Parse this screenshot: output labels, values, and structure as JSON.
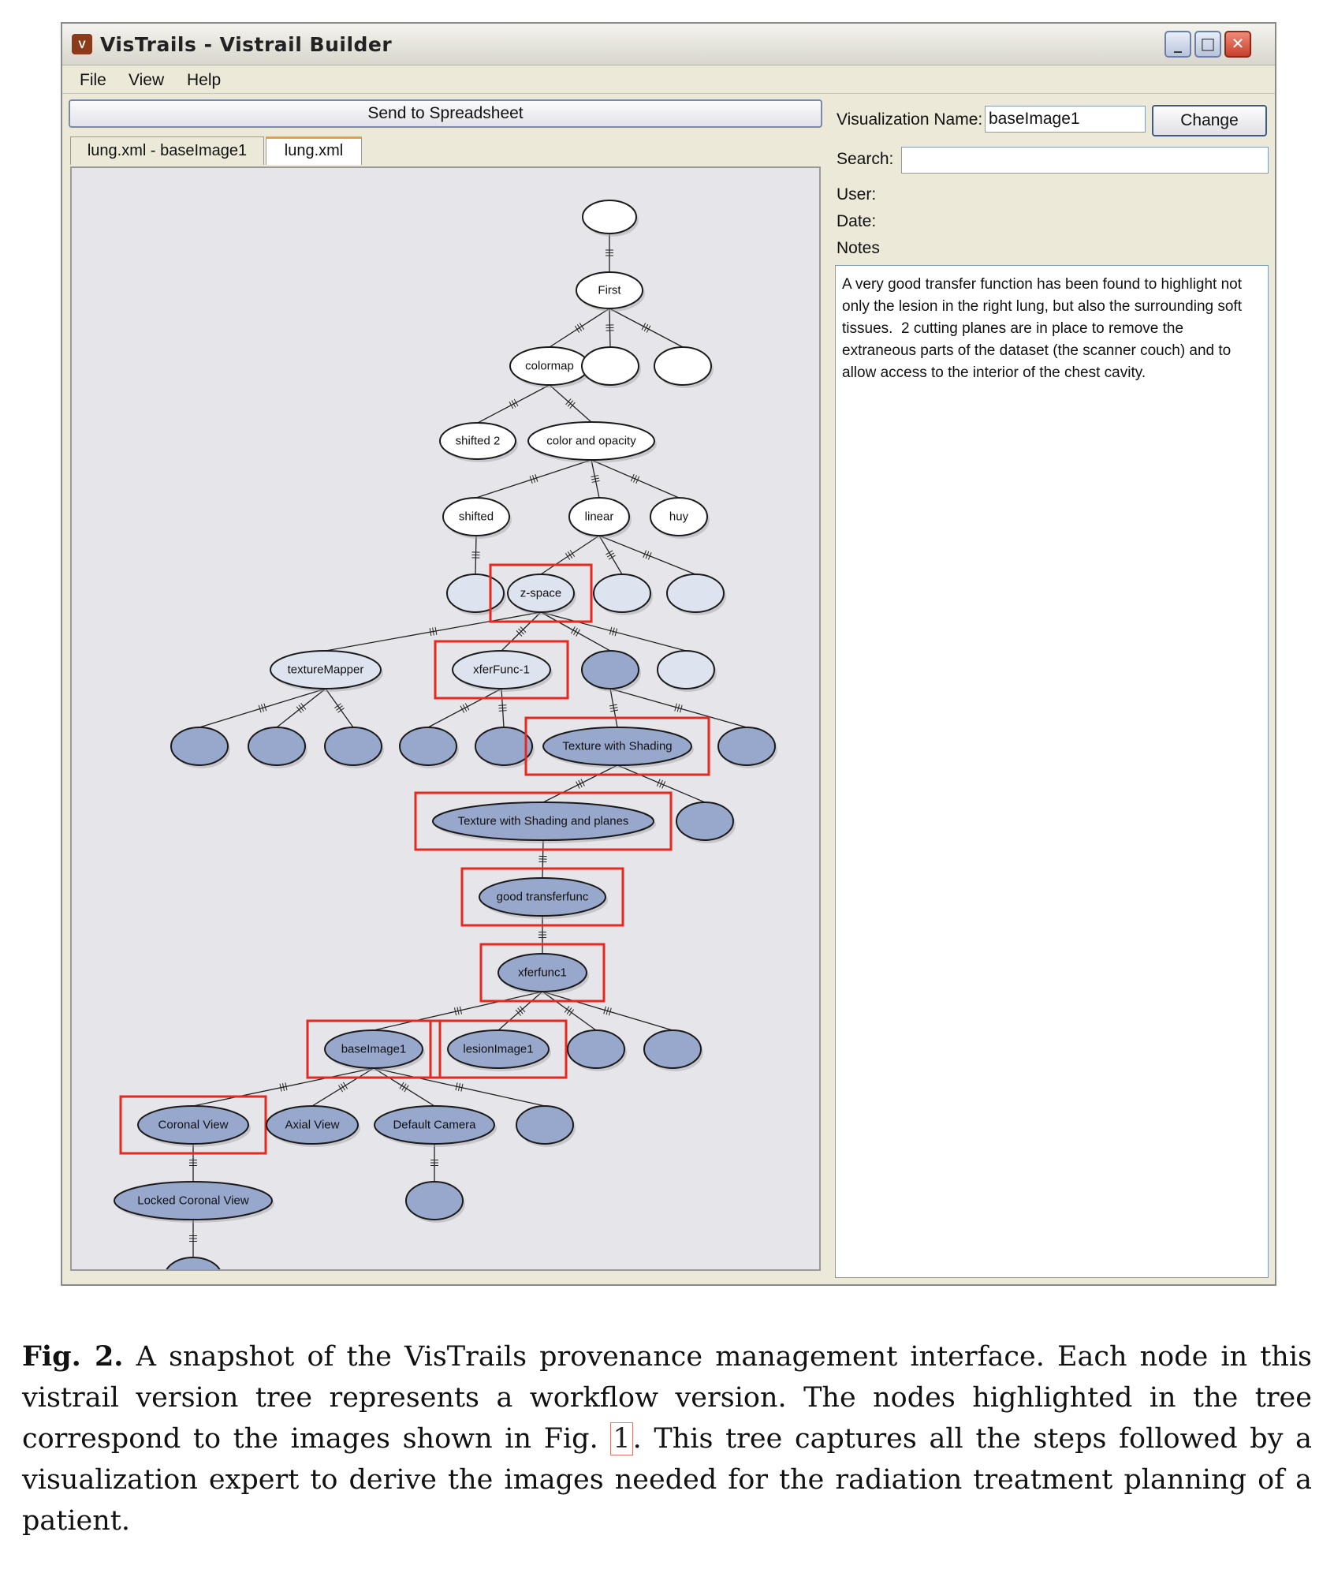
{
  "window": {
    "app_icon": "vistrails-app-icon",
    "title": "VisTrails - Vistrail Builder",
    "controls": {
      "minimize": "_",
      "maximize": "□",
      "close": "✕"
    }
  },
  "menu": [
    "File",
    "View",
    "Help"
  ],
  "toolbar": {
    "send_label": "Send to Spreadsheet"
  },
  "tabs": [
    {
      "label": "lung.xml - baseImage1",
      "active": false
    },
    {
      "label": "lung.xml",
      "active": true
    }
  ],
  "details": {
    "vis_name_label": "Visualization Name:",
    "vis_name_value": "baseImage1",
    "change_label": "Change",
    "search_label": "Search:",
    "search_value": "",
    "user_label": "User:",
    "date_label": "Date:",
    "notes_label": "Notes",
    "notes_text": "A very good transfer function has been found to highlight not only the lesion in the right lung, but also the surrounding soft tissues.  2 cutting planes are in place to remove the extraneous parts of the dataset (the scanner couch) and to allow access to the interior of the chest cavity."
  },
  "tree": {
    "colors": {
      "light_node": "#ffffff",
      "mid_node": "#dde3ef",
      "dark_node": "#98a8cc",
      "highlight": "#e8281e",
      "edge": "#222222"
    },
    "nodes": [
      {
        "id": "root",
        "label": "",
        "shade": "light",
        "highlighted": false
      },
      {
        "id": "first",
        "label": "First",
        "shade": "light",
        "highlighted": false
      },
      {
        "id": "colormap",
        "label": "colormap",
        "shade": "light",
        "highlighted": false
      },
      {
        "id": "f2",
        "label": "",
        "shade": "light",
        "highlighted": false
      },
      {
        "id": "f3",
        "label": "",
        "shade": "light",
        "highlighted": false
      },
      {
        "id": "shifted2",
        "label": "shifted 2",
        "shade": "light",
        "highlighted": false
      },
      {
        "id": "coloropacity",
        "label": "color and opacity",
        "shade": "light",
        "highlighted": false
      },
      {
        "id": "shifted",
        "label": "shifted",
        "shade": "light",
        "highlighted": false
      },
      {
        "id": "linear",
        "label": "linear",
        "shade": "light",
        "highlighted": false
      },
      {
        "id": "huy",
        "label": "huy",
        "shade": "light",
        "highlighted": false
      },
      {
        "id": "s1",
        "label": "",
        "shade": "mid",
        "highlighted": false
      },
      {
        "id": "zspace",
        "label": "z-space",
        "shade": "mid",
        "highlighted": true
      },
      {
        "id": "l2",
        "label": "",
        "shade": "mid",
        "highlighted": false
      },
      {
        "id": "l3",
        "label": "",
        "shade": "mid",
        "highlighted": false
      },
      {
        "id": "texmapper",
        "label": "textureMapper",
        "shade": "mid",
        "highlighted": false
      },
      {
        "id": "xferfunc1",
        "label": "xferFunc-1",
        "shade": "mid",
        "highlighted": true
      },
      {
        "id": "z3",
        "label": "",
        "shade": "dark",
        "highlighted": false
      },
      {
        "id": "z4",
        "label": "",
        "shade": "mid",
        "highlighted": false
      },
      {
        "id": "t1",
        "label": "",
        "shade": "dark",
        "highlighted": false
      },
      {
        "id": "t2",
        "label": "",
        "shade": "dark",
        "highlighted": false
      },
      {
        "id": "t3",
        "label": "",
        "shade": "dark",
        "highlighted": false
      },
      {
        "id": "x1",
        "label": "",
        "shade": "dark",
        "highlighted": false
      },
      {
        "id": "x2",
        "label": "",
        "shade": "dark",
        "highlighted": false
      },
      {
        "id": "texshading",
        "label": "Texture with Shading",
        "shade": "dark",
        "highlighted": true
      },
      {
        "id": "z3b",
        "label": "",
        "shade": "dark",
        "highlighted": false
      },
      {
        "id": "texshadingplanes",
        "label": "Texture with Shading and planes",
        "shade": "dark",
        "highlighted": true
      },
      {
        "id": "ts2",
        "label": "",
        "shade": "dark",
        "highlighted": false
      },
      {
        "id": "goodtf",
        "label": "good transferfunc",
        "shade": "dark",
        "highlighted": true
      },
      {
        "id": "xferfunc1b",
        "label": "xferfunc1",
        "shade": "dark",
        "highlighted": true
      },
      {
        "id": "baseimage1",
        "label": "baseImage1",
        "shade": "dark",
        "highlighted": true
      },
      {
        "id": "lesionimage1",
        "label": "lesionImage1",
        "shade": "dark",
        "highlighted": true
      },
      {
        "id": "q3",
        "label": "",
        "shade": "dark",
        "highlighted": false
      },
      {
        "id": "q4",
        "label": "",
        "shade": "dark",
        "highlighted": false
      },
      {
        "id": "coronal",
        "label": "Coronal View",
        "shade": "dark",
        "highlighted": true
      },
      {
        "id": "axial",
        "label": "Axial View",
        "shade": "dark",
        "highlighted": false
      },
      {
        "id": "defcam",
        "label": "Default Camera",
        "shade": "dark",
        "highlighted": false
      },
      {
        "id": "b4",
        "label": "",
        "shade": "dark",
        "highlighted": false
      },
      {
        "id": "lockedcoronal",
        "label": "Locked Coronal View",
        "shade": "dark",
        "highlighted": false
      },
      {
        "id": "dc1",
        "label": "",
        "shade": "dark",
        "highlighted": false
      },
      {
        "id": "lc1",
        "label": "",
        "shade": "dark",
        "highlighted": false
      }
    ],
    "edges": [
      [
        "root",
        "first"
      ],
      [
        "first",
        "colormap"
      ],
      [
        "first",
        "f2"
      ],
      [
        "first",
        "f3"
      ],
      [
        "colormap",
        "shifted2"
      ],
      [
        "colormap",
        "coloropacity"
      ],
      [
        "coloropacity",
        "shifted"
      ],
      [
        "coloropacity",
        "linear"
      ],
      [
        "coloropacity",
        "huy"
      ],
      [
        "shifted",
        "s1"
      ],
      [
        "linear",
        "zspace"
      ],
      [
        "linear",
        "l2"
      ],
      [
        "linear",
        "l3"
      ],
      [
        "zspace",
        "texmapper"
      ],
      [
        "zspace",
        "xferfunc1"
      ],
      [
        "zspace",
        "z3"
      ],
      [
        "zspace",
        "z4"
      ],
      [
        "texmapper",
        "t1"
      ],
      [
        "texmapper",
        "t2"
      ],
      [
        "texmapper",
        "t3"
      ],
      [
        "xferfunc1",
        "x1"
      ],
      [
        "xferfunc1",
        "x2"
      ],
      [
        "z3",
        "texshading"
      ],
      [
        "z3",
        "z3b"
      ],
      [
        "texshading",
        "texshadingplanes"
      ],
      [
        "texshading",
        "ts2"
      ],
      [
        "texshadingplanes",
        "goodtf"
      ],
      [
        "goodtf",
        "xferfunc1b"
      ],
      [
        "xferfunc1b",
        "baseimage1"
      ],
      [
        "xferfunc1b",
        "lesionimage1"
      ],
      [
        "xferfunc1b",
        "q3"
      ],
      [
        "xferfunc1b",
        "q4"
      ],
      [
        "baseimage1",
        "coronal"
      ],
      [
        "baseimage1",
        "axial"
      ],
      [
        "baseimage1",
        "defcam"
      ],
      [
        "baseimage1",
        "b4"
      ],
      [
        "coronal",
        "lockedcoronal"
      ],
      [
        "defcam",
        "dc1"
      ],
      [
        "lockedcoronal",
        "lc1"
      ]
    ]
  },
  "caption": {
    "fig_label": "Fig. 2.",
    "text_before_ref": " A snapshot of the VisTrails provenance management interface. Each node in this vistrail version tree represents a workflow version. The nodes highlighted in the tree correspond to the images shown in Fig. ",
    "ref": "1",
    "text_after_ref": ". This tree captures all the steps followed by a visualization expert to derive the images needed for the radiation treatment planning of a patient."
  }
}
